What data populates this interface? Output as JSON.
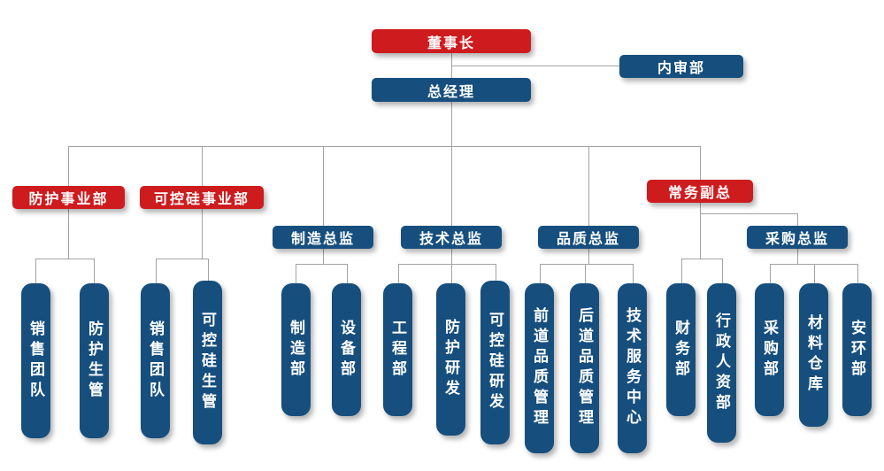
{
  "colors": {
    "red": "#ce1b1e",
    "blue": "#164f7e",
    "line": "#a3a3a3"
  },
  "nodes": {
    "chairman": "董事长",
    "internal_audit": "内审部",
    "general_manager": "总经理",
    "protection_division": "防护事业部",
    "scr_division": "可控硅事业部",
    "manufacturing_director": "制造总监",
    "technology_director": "技术总监",
    "quality_director": "品质总监",
    "executive_vice_president": "常务副总",
    "procurement_director": "采购总监",
    "protection_sales_team": "销售团队",
    "protection_production_control": "防护生管",
    "scr_sales_team": "销售团队",
    "scr_production_control": "可控硅生管",
    "manufacturing_dept": "制造部",
    "equipment_dept": "设备部",
    "engineering_dept": "工程部",
    "protection_rd": "防护研发",
    "scr_rd": "可控硅研发",
    "front_end_quality": "前道品质管理",
    "back_end_quality": "后道品质管理",
    "technical_service_center": "技术服务中心",
    "finance_dept": "财务部",
    "admin_hr_dept": "行政人资部",
    "purchasing_dept": "采购部",
    "material_warehouse": "材料仓库",
    "safety_environment_dept": "安环部"
  }
}
